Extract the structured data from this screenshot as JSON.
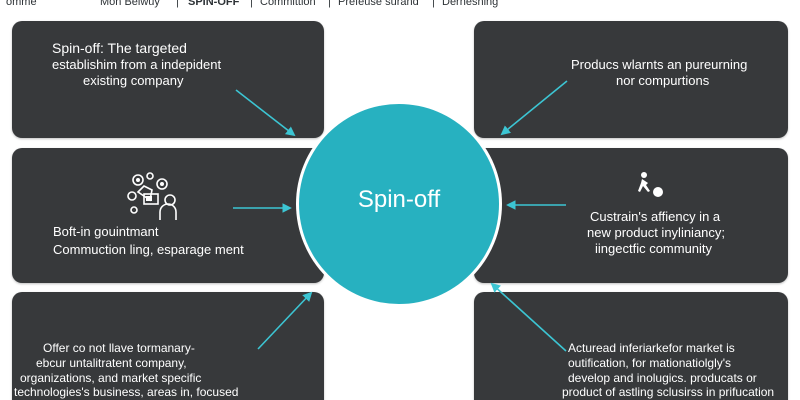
{
  "nav": {
    "items": [
      "omme",
      "Mon Belwuy",
      "|",
      "SPIN-OFF",
      "|",
      "Committion",
      "|",
      "Prefeuse surand",
      "|",
      "Derneshing"
    ]
  },
  "hub": {
    "label": "Spin-off",
    "color": "#27b1c0"
  },
  "panels": {
    "top_left": {
      "lines": [
        "Spin-off: The targeted",
        "establishim from a indepident",
        "existing company"
      ]
    },
    "top_right": {
      "lines": [
        "Producs wlarnts an pureurning",
        "nor compurtions"
      ]
    },
    "mid_left": {
      "icon": "team-gears-icon",
      "lines": [
        "Boft-in gouintmant",
        "Commuction ling, esparage ment"
      ]
    },
    "mid_right": {
      "icon": "person-pushing-ball-icon",
      "lines": [
        "Custrain's affiency in a",
        "new product inyliniancy;",
        "iingectfic community"
      ]
    },
    "bottom_left": {
      "lines": [
        "Offer co not llave tormanary-",
        "ebcur untalitratent company,",
        "organizations, and market specific",
        "technologies's business, areas in, focused"
      ]
    },
    "bottom_right": {
      "lines": [
        "Acturead inferiarkefor market is",
        "outification, for mationatiolgly's",
        "develop and inolugics. producats or",
        "product of astling sclusirss in prifucation"
      ]
    }
  },
  "colors": {
    "panel": "#37393b",
    "arrow": "#3cc5d3",
    "text": "#ffffff"
  }
}
